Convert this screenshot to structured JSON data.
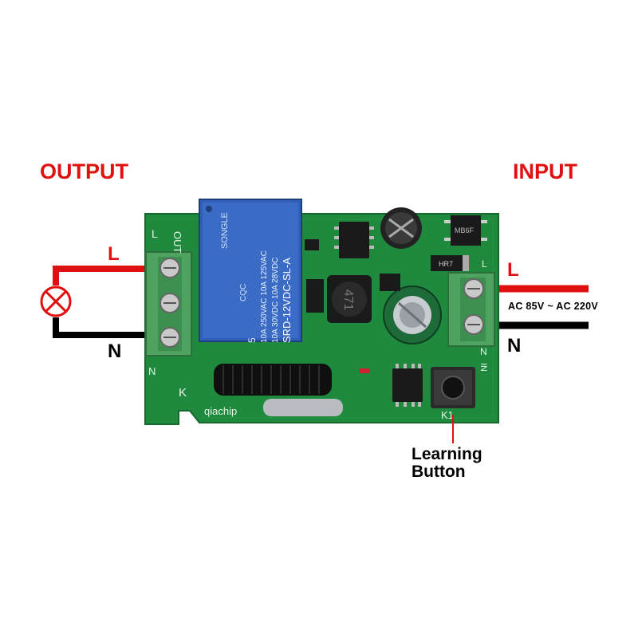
{
  "labels": {
    "output": "OUTPUT",
    "input": "INPUT",
    "output_l": "L",
    "output_n": "N",
    "input_l": "L",
    "input_n": "N",
    "ac_range": "AC 85V ~ AC 220V",
    "learning_line1": "Learning",
    "learning_line2": "Button"
  },
  "board": {
    "brand": "qiachip",
    "k1": "K1",
    "k": "K",
    "out_silk": "OUT",
    "in_silk": "IN",
    "l_silk_left": "L",
    "n_silk_left": "N",
    "l_silk_right": "L",
    "n_silk_right": "N",
    "inductor": "471",
    "diode": "HR7",
    "bridge": "MB6F",
    "relay": {
      "brand": "SONGLE",
      "pins": "5",
      "model": "SRD-12VDC-SL-A",
      "rating1": "10A 250VAC 10A 125VAC",
      "rating2": "10A 30VDC 10A 28VDC",
      "mark": "CQC"
    }
  },
  "colors": {
    "live_wire": "#e01010",
    "neutral_wire": "#000000",
    "pcb": "#1f8a3e",
    "terminal": "#4da35f",
    "relay": "#2f5fb8"
  }
}
